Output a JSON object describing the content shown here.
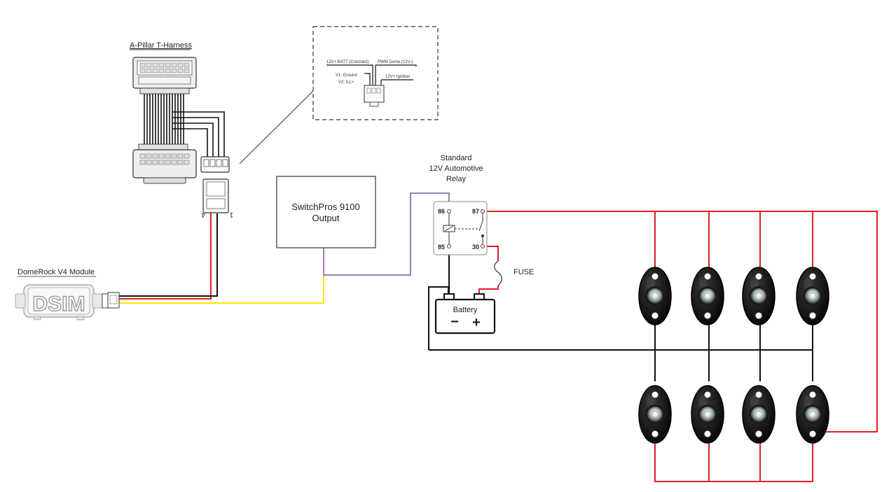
{
  "labels": {
    "harness_title": "A-Pillar T-Harness",
    "module_title": "DomeRock V4 Module",
    "module_badge": "DSIM",
    "pin_left": "4",
    "pin_right": "1",
    "switchpros_line1": "SwitchPros 9100",
    "switchpros_line2": "Output",
    "relay_line1": "Standard",
    "relay_line2": "12V Automotive",
    "relay_line3": "Relay",
    "pin_86": "86",
    "pin_87": "87",
    "pin_85": "85",
    "pin_30": "30",
    "fuse": "FUSE",
    "battery": "Battery",
    "battery_minus": "−",
    "battery_plus": "+"
  },
  "inset": {
    "batt": "12V+ BATT (Constant)",
    "pwm": "PWM Dome (12V-)",
    "ground": "V1: Ground",
    "ill": "V2: ILL+",
    "ignition": "12V+ Ignition"
  },
  "colors": {
    "red": "#e31e24",
    "black": "#111111",
    "yellow": "#ffe500",
    "purple": "#9a7fb6",
    "gray": "#9a9a9a"
  },
  "rock_lights": {
    "rows": 2,
    "per_row": 4
  }
}
